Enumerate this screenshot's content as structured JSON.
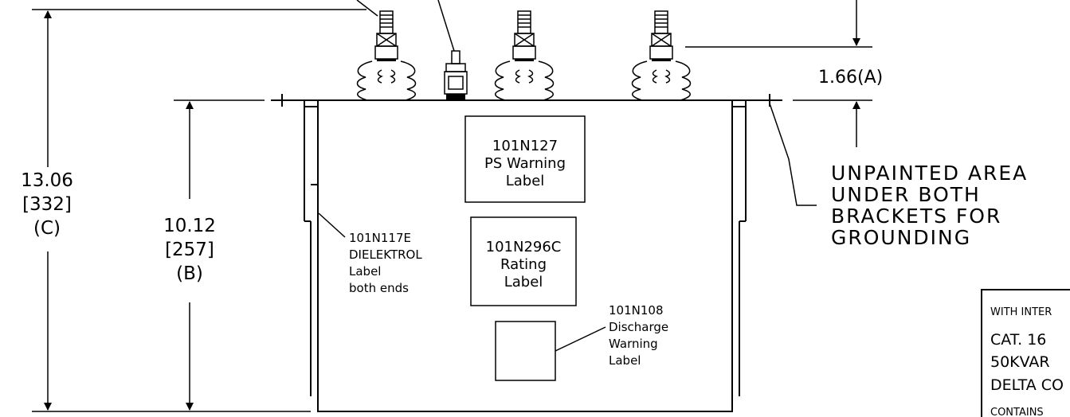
{
  "dimensions": {
    "overall": {
      "value": "13.06",
      "metric": "[332]",
      "tag": "(C)"
    },
    "can_height": {
      "value": "10.12",
      "metric": "[257]",
      "tag": "(B)"
    },
    "bushing": {
      "value": "1.66(A)"
    }
  },
  "labels": {
    "ps_warning": [
      "101N127",
      "PS Warning",
      "Label"
    ],
    "rating": [
      "101N296C",
      "Rating",
      "Label"
    ],
    "dielektrol": [
      "101N117E",
      "DIELEKTROL",
      "Label",
      "both ends"
    ],
    "discharge": [
      "101N108",
      "Discharge",
      "Warning",
      "Label"
    ]
  },
  "note": {
    "lines": [
      "UNPAINTED  AREA",
      "UNDER  BOTH",
      "BRACKETS  FOR",
      "GROUNDING"
    ]
  },
  "title_block": {
    "lines": [
      "WITH  INTER",
      "CAT.   16",
      "50KVAR",
      "DELTA  CO",
      "CONTAINS"
    ]
  }
}
